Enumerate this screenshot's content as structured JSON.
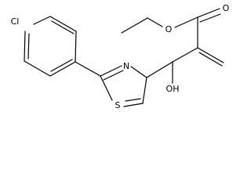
{
  "molecule": {
    "atoms": {
      "chlorine": "Cl",
      "thiazole_nitrogen": "N",
      "thiazole_sulfur": "S",
      "hydroxyl": "OH",
      "ester_ether_oxygen": "O",
      "carbonyl_oxygen": "O"
    },
    "colors": {
      "bond": "#000000",
      "label": "#000000",
      "background": "#ffffff"
    }
  }
}
